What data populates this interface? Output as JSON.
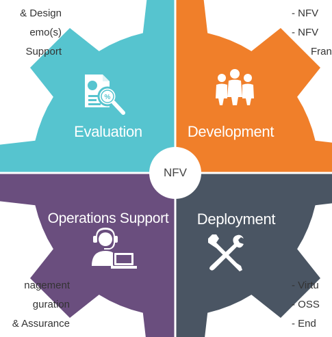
{
  "center": {
    "label": "NFV"
  },
  "quadrants": {
    "evaluation": {
      "label": "Evaluation",
      "color": "#56c4cf",
      "icon": "document-search-icon"
    },
    "development": {
      "label": "Development",
      "color": "#f07f2a",
      "icon": "team-icon"
    },
    "operations": {
      "label": "Operations Support",
      "color": "#6a4e7e",
      "icon": "support-agent-icon"
    },
    "deployment": {
      "label": "Deployment",
      "color": "#4a5563",
      "icon": "tools-icon"
    }
  },
  "side_text": {
    "top_left": [
      "& Design",
      "emo(s)",
      "Support"
    ],
    "top_right": [
      "- NFV",
      "- NFV",
      "Fran"
    ],
    "bottom_left": [
      "nagement",
      "guration",
      "& Assurance"
    ],
    "bottom_right": [
      "- Virtu",
      "- OSS",
      "- End"
    ]
  }
}
